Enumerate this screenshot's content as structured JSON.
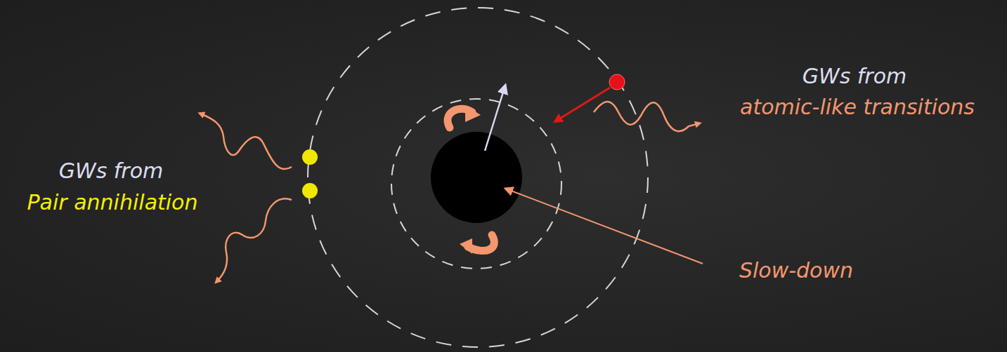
{
  "diagram": {
    "labels": [
      "GWs from",
      "Pair annihilation",
      "GWs from",
      "atomic-like transitions",
      "Slow-down"
    ]
  }
}
